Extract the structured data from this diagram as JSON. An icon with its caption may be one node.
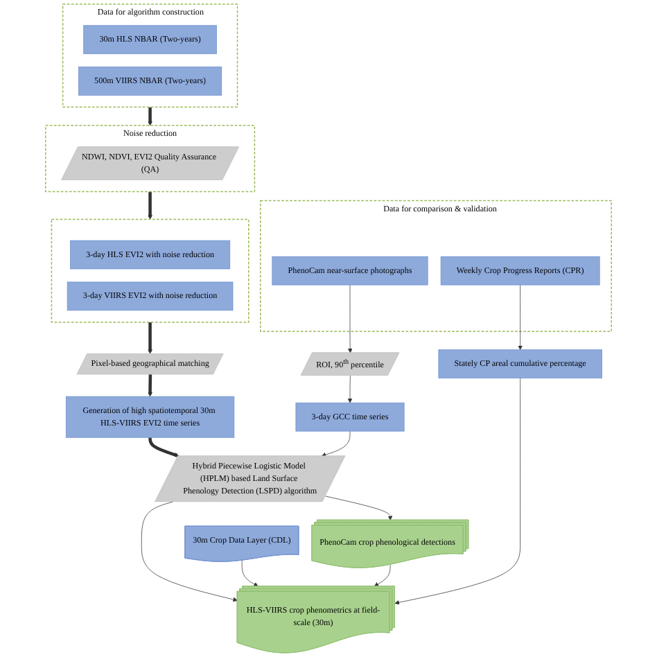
{
  "diagram": {
    "nodes": [
      {
        "text": [
          "Data for algorithm construction"
        ]
      },
      {
        "text": [
          "30m HLS NBAR (Two-years)"
        ],
        "in": 0
      },
      {
        "text": [
          "500m VIIRS NBAR (Two-years)"
        ],
        "in": 0
      },
      {
        "text": [
          "Noise reduction"
        ]
      },
      {
        "text": [
          "NDWI, NDVI, EVI2 Quality Assurance (QA)"
        ],
        "in": 3
      },
      {
        "text": [],
        "shape": "box"
      },
      {
        "text": [
          "3-day HLS EVI2 with noise reduction"
        ],
        "in": 5
      },
      {
        "text": [
          "3-day VIIRS EVI2 with noise reduction"
        ],
        "in": 5
      },
      {
        "text": [
          "Pixel-based geographical matching"
        ]
      },
      {
        "text": [
          "Generation of high spatiotemporal 30m HLS-VIIRS EVI2 time series"
        ]
      },
      {
        "text": [
          "Hybrid Piecewise Logistic Model (HPLM) based Land Surface Phenology Detection (LSPD) algorithm"
        ]
      },
      {
        "text": [
          "Data for comparison & validation"
        ]
      },
      {
        "text": [
          "PhenoCam near-surface photographs"
        ],
        "in": 11
      },
      {
        "text": [
          "Weekly Crop Progress Reports (CPR)"
        ],
        "in": 11
      },
      {
        "text": [
          "ROI, 90$^{th}$ percentile"
        ]
      },
      {
        "text": [
          "3-day GCC time series"
        ]
      },
      {
        "text": [
          "Stately CP areal cumulative percentage"
        ]
      },
      {
        "text": [
          "PhenoCam crop phenological detections"
        ]
      },
      {
        "text": [
          "30m Crop Data Layer (CDL)"
        ]
      },
      {
        "text": [
          "HLS-VIIRS crop phenometrics at field-scale (30m)"
        ]
      }
    ],
    "edges": [
      {
        "from": 0,
        "to": 3,
        "arrow": "to",
        "style": "thick"
      },
      {
        "from": 3,
        "to": 5,
        "arrow": "to",
        "style": "thick"
      },
      {
        "from": 5,
        "to": 8,
        "arrow": "to",
        "style": "thick"
      },
      {
        "from": 8,
        "to": 9,
        "arrow": "to",
        "style": "thick"
      },
      {
        "from": 9,
        "to": 10,
        "arrow": "to",
        "style": "thick"
      },
      {
        "from": 12,
        "to": 14,
        "arrow": "to"
      },
      {
        "from": 14,
        "to": 15,
        "arrow": "to"
      },
      {
        "from": 15,
        "to": 10,
        "arrow": "to"
      },
      {
        "from": 13,
        "to": 16,
        "arrow": "to"
      },
      {
        "from": 10,
        "to": 17,
        "arrow": "to"
      },
      {
        "from": 10,
        "to": 19,
        "arrow": "to"
      },
      {
        "from": 18,
        "to": 19,
        "arrow": "to"
      },
      {
        "from": 17,
        "to": 19,
        "arrow": "to"
      },
      {
        "from": 16,
        "to": 19,
        "arrow": "to"
      }
    ]
  }
}
